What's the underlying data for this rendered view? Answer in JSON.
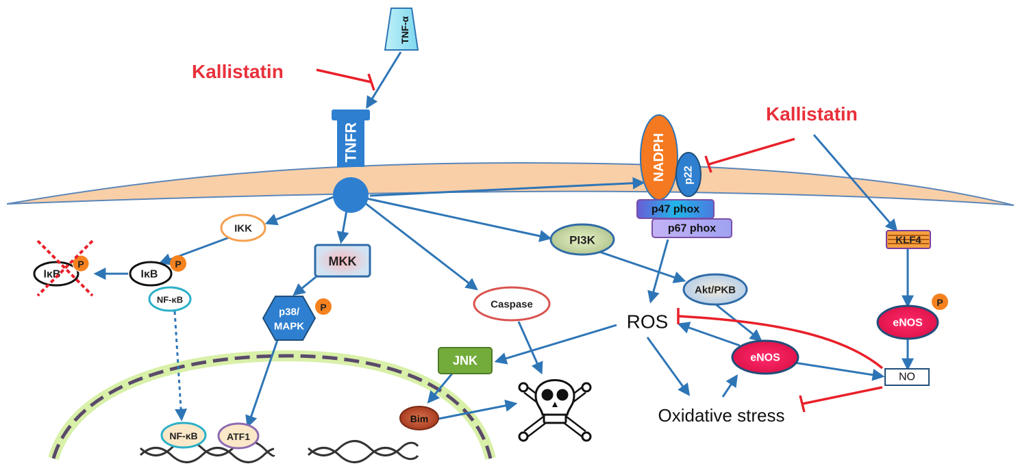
{
  "labels": {
    "tnf_alpha": "TNF-α",
    "kallistatin_1": "Kallistatin",
    "kallistatin_2": "Kallistatin",
    "tnfr": "TNFR",
    "nadph": "NADPH",
    "p22": "p22",
    "p47": "p47 phox",
    "p67": "p67 phox",
    "ikk": "IKK",
    "ikb_degraded": "IκB",
    "ikb": "IκB",
    "nfkb_cyto": "NF-κB",
    "nfkb_nuc": "NF-κB",
    "mkk": "MKK",
    "p38": "p38/",
    "mapk": "MAPK",
    "atf1": "ATF1",
    "caspase": "Caspase",
    "pi3k": "PI3K",
    "akt": "Akt/PKB",
    "ros": "ROS",
    "jnk": "JNK",
    "bim": "Bim",
    "enos_center": "eNOS",
    "enos_right": "eNOS",
    "klf4": "KLF4",
    "no": "NO",
    "oxidative_stress": "Oxidative stress",
    "phospho_1": "P",
    "phospho_2": "P",
    "phospho_3": "P",
    "phospho_4": "P"
  },
  "colors": {
    "arrow": "#2e75b6",
    "inhibit": "#e8202a",
    "membrane": "#f9cfa8",
    "nucleus_dash": "#5a4a6a",
    "nucleus_glow": "#d8f0a8",
    "kallistatin_text": "#e8303a",
    "phospho": "#f5821f"
  },
  "icons": {
    "cell_death": "skull-crossbones-icon",
    "dna": "dna-icon",
    "degradation": "red-x-icon"
  }
}
